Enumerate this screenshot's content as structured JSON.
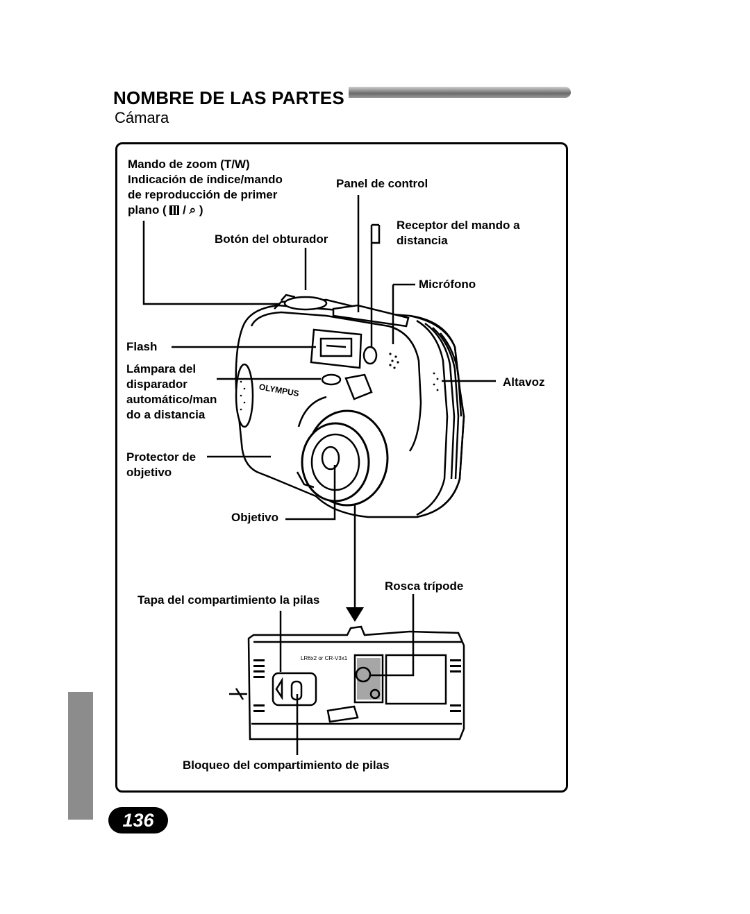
{
  "header": {
    "title": "NOMBRE DE LAS PARTES",
    "subtitle": "Cámara"
  },
  "labels": {
    "zoom_line1": "Mando de zoom (T/W)",
    "zoom_line2": "Indicación de índice/mando",
    "zoom_line3": "de reproducción de primer",
    "zoom_line4_prefix": "plano (",
    "zoom_line4_suffix": ")",
    "panel": "Panel de control",
    "shutter": "Botón del obturador",
    "remote1": "Receptor del mando a",
    "remote2": "distancia",
    "mic": "Micrófono",
    "flash": "Flash",
    "lamp1": "Lámpara del",
    "lamp2": "disparador",
    "lamp3": "automático/man",
    "lamp4": "do a distancia",
    "speaker": "Altavoz",
    "protector1": "Protector de",
    "protector2": "objetivo",
    "lens": "Objetivo",
    "tripod": "Rosca trípode",
    "battery_cover": "Tapa del compartimiento la pilas",
    "battery_lock": "Bloqueo del compartimiento de pilas"
  },
  "camera": {
    "brand": "OLYMPUS",
    "battery_marking": "LR6x2 or CR-V3x1"
  },
  "icons": [
    "index-icon",
    "magnifier-icon"
  ],
  "page_number": "136"
}
